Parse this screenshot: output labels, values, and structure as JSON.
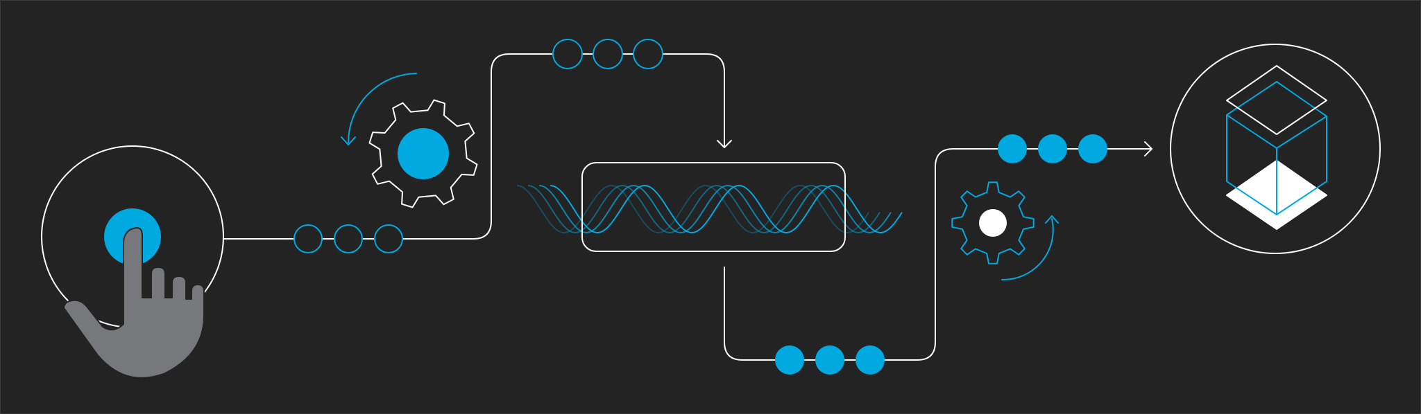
{
  "colors": {
    "background": "#232323",
    "line": "#ffffff",
    "accent": "#00a9e0",
    "hand": "#77787b"
  },
  "diagram": {
    "icons": [
      "touch-button-icon",
      "pointing-hand-icon",
      "rotating-gear-icon",
      "wave-signal-icon",
      "processing-chamber-icon",
      "small-gear-icon",
      "cube-icon"
    ],
    "node_groups": [
      {
        "name": "input-nodes",
        "count": 3,
        "style": "outline"
      },
      {
        "name": "upper-nodes",
        "count": 3,
        "style": "outline"
      },
      {
        "name": "lower-nodes",
        "count": 3,
        "style": "filled"
      },
      {
        "name": "output-nodes",
        "count": 3,
        "style": "filled"
      }
    ],
    "text": []
  }
}
